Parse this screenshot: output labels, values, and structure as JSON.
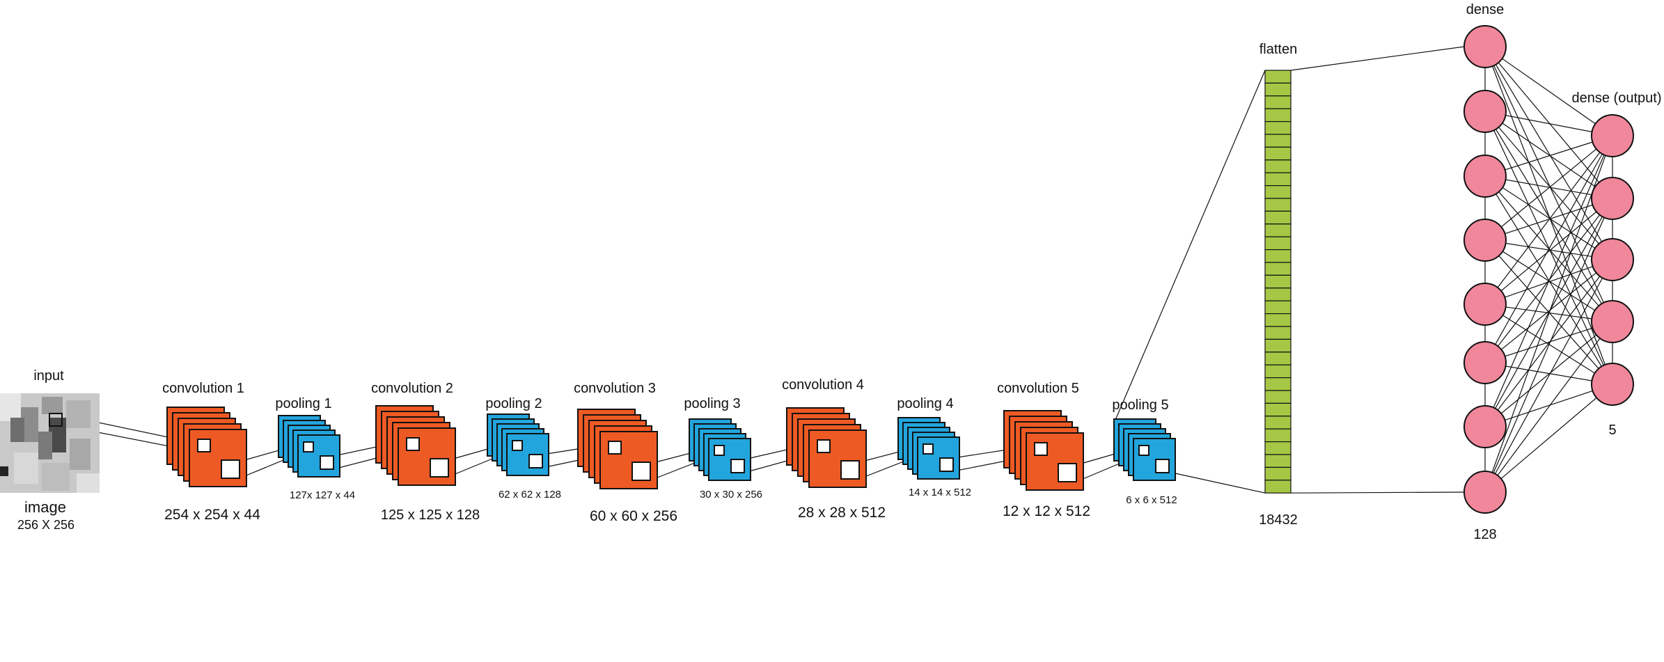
{
  "input": {
    "title": "input",
    "caption": "image",
    "size": "256 X 256"
  },
  "conv_blocks": [
    {
      "title": "convolution 1",
      "size": "254 x 254 x 44"
    },
    {
      "title": "convolution 2",
      "size": "125 x 125 x 128"
    },
    {
      "title": "convolution 3",
      "size": "60 x 60 x 256"
    },
    {
      "title": "convolution 4",
      "size": "28 x 28 x 512"
    },
    {
      "title": "convolution 5",
      "size": "12 x 12 x 512"
    }
  ],
  "pool_blocks": [
    {
      "title": "pooling 1",
      "size": "127x 127 x 44"
    },
    {
      "title": "pooling 2",
      "size": "62 x 62 x 128"
    },
    {
      "title": "pooling 3",
      "size": "30 x 30 x 256"
    },
    {
      "title": "pooling 4",
      "size": "14 x 14 x 512"
    },
    {
      "title": "pooling 5",
      "size": "6 x 6 x 512"
    }
  ],
  "flatten": {
    "title": "flatten",
    "size": "18432"
  },
  "dense": {
    "title": "dense",
    "size": "128"
  },
  "output": {
    "title": "dense (output)",
    "size": "5"
  },
  "colors": {
    "conv": "#ee5a24",
    "pool": "#22a5dd",
    "flatten": "#a6c745",
    "neuron": "#f0879b",
    "stroke": "#111111"
  }
}
